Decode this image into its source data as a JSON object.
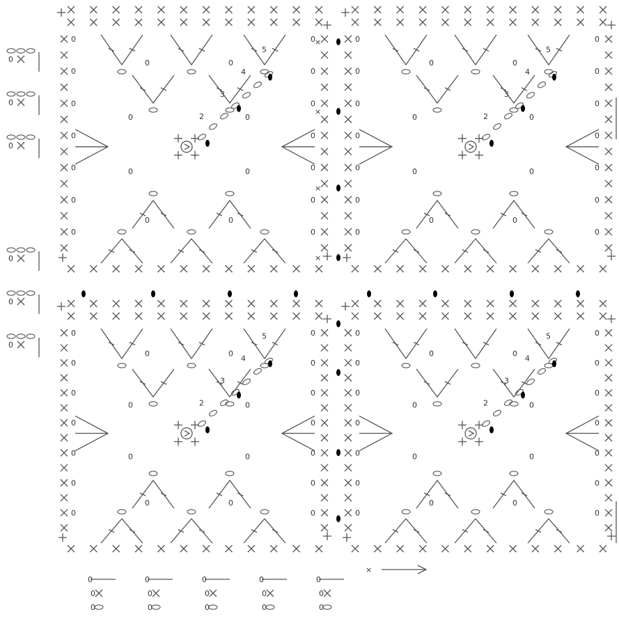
{
  "diagram": {
    "type": "crochet-stitch-chart",
    "motif_grid": {
      "rows": 2,
      "cols": 2
    },
    "round_labels": [
      "2",
      "3",
      "4",
      "5"
    ],
    "direction_arrow": "→",
    "colors": {
      "background": "#ffffff",
      "stitch_ink": "#555555",
      "slip_stitch": "#000000",
      "label": "#333333"
    },
    "symbols": {
      "single_crochet": "×",
      "chain": "oval",
      "slip_stitch": "filled oval",
      "double_crochet": "T with bar",
      "zero_marker": "0",
      "half_double": "T",
      "plus": "+",
      "magic_ring": "circled arrow"
    },
    "left_edge_rows": 6,
    "bottom_edge_columns": 5
  }
}
